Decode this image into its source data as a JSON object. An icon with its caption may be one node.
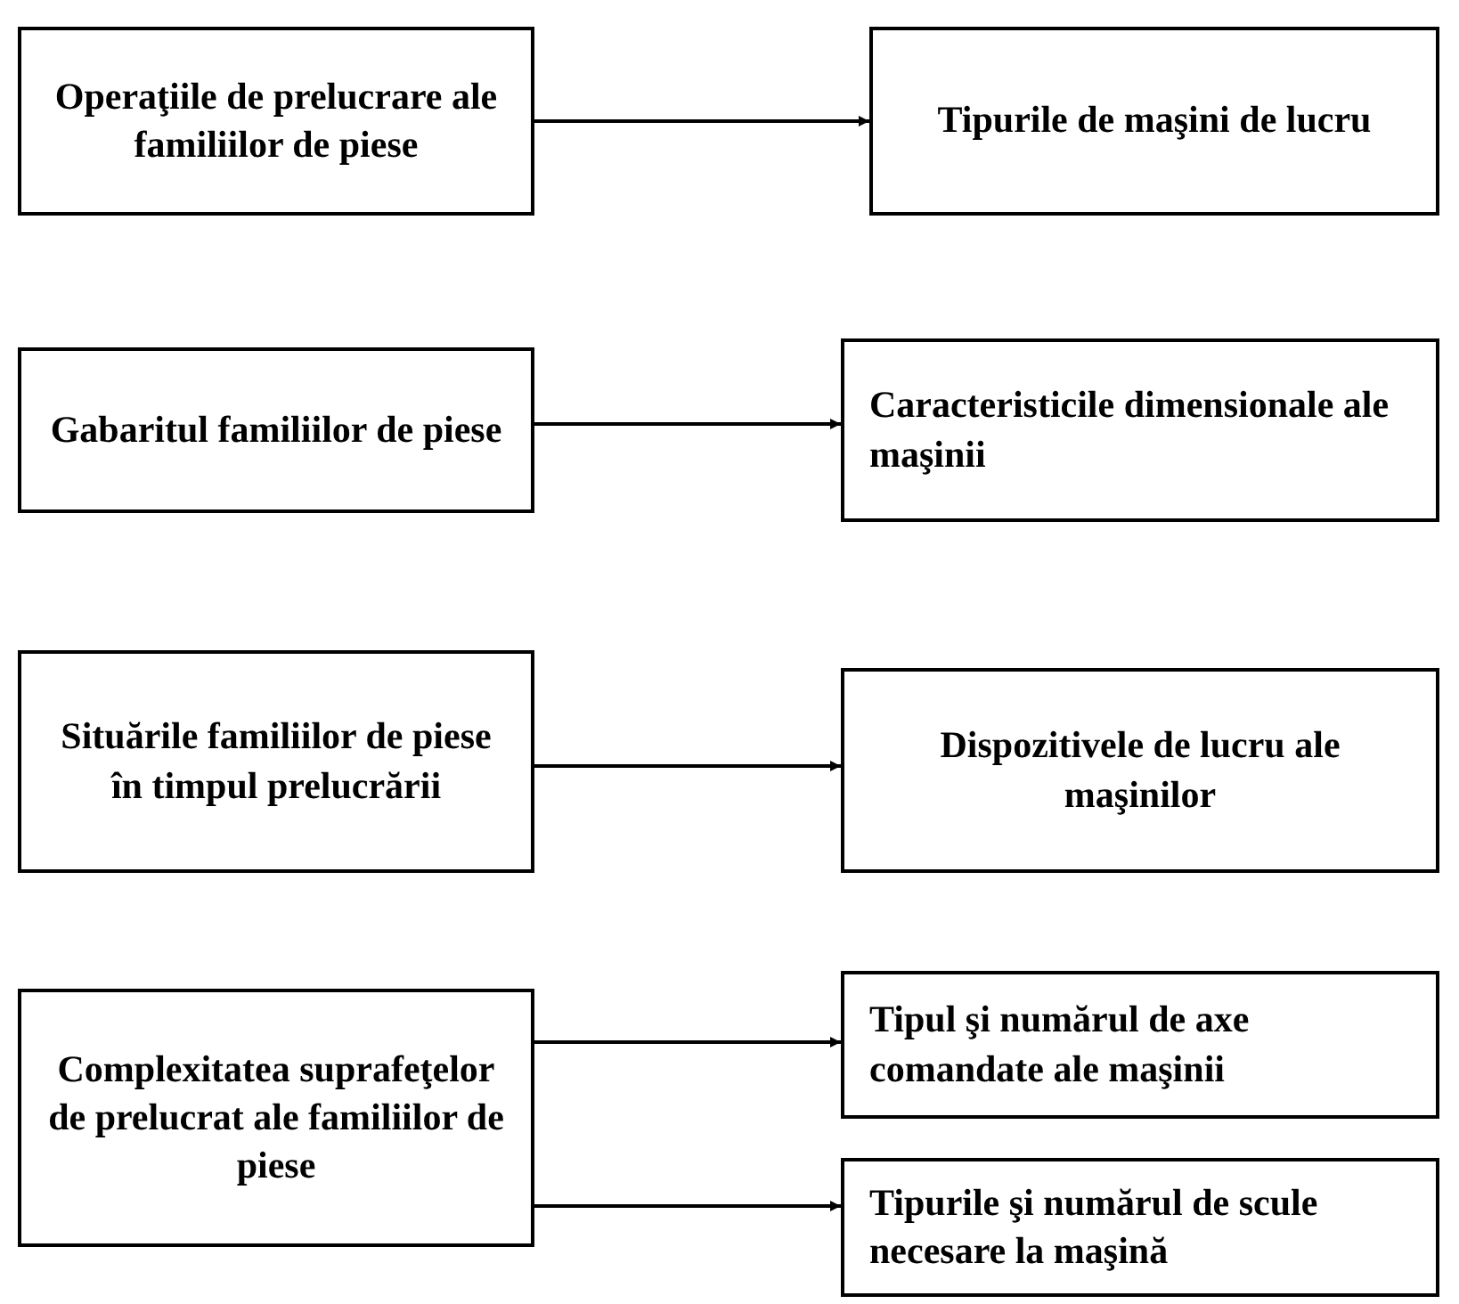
{
  "diagram": {
    "nodes": [
      {
        "text": [
          "Operaţiile de prelucrare ale familiilor de piese"
        ]
      },
      {
        "text": [
          "Tipurile de maşini de lucru"
        ]
      },
      {
        "text": [
          "Gabaritul familiilor de piese"
        ]
      },
      {
        "text": [
          "Caracteristicile dimensionale ale maşinii"
        ]
      },
      {
        "text": [
          "Situările familiilor de piese în timpul prelucrării"
        ]
      },
      {
        "text": [
          "Dispozitivele de lucru ale maşinilor"
        ]
      },
      {
        "text": [
          "Complexitatea suprafeţelor de prelucrat ale familiilor de piese"
        ]
      },
      {
        "text": [
          "Tipul şi numărul de axe comandate ale maşinii"
        ]
      },
      {
        "text": [
          "Tipurile şi numărul de scule necesare la maşină"
        ]
      }
    ],
    "edges": [
      {
        "from": 0,
        "to": 1,
        "arrow": "to"
      },
      {
        "from": 2,
        "to": 3,
        "arrow": "to"
      },
      {
        "from": 4,
        "to": 5,
        "arrow": "to"
      },
      {
        "from": 6,
        "to": 7,
        "arrow": "to"
      },
      {
        "from": 6,
        "to": 8,
        "arrow": "to"
      }
    ]
  }
}
